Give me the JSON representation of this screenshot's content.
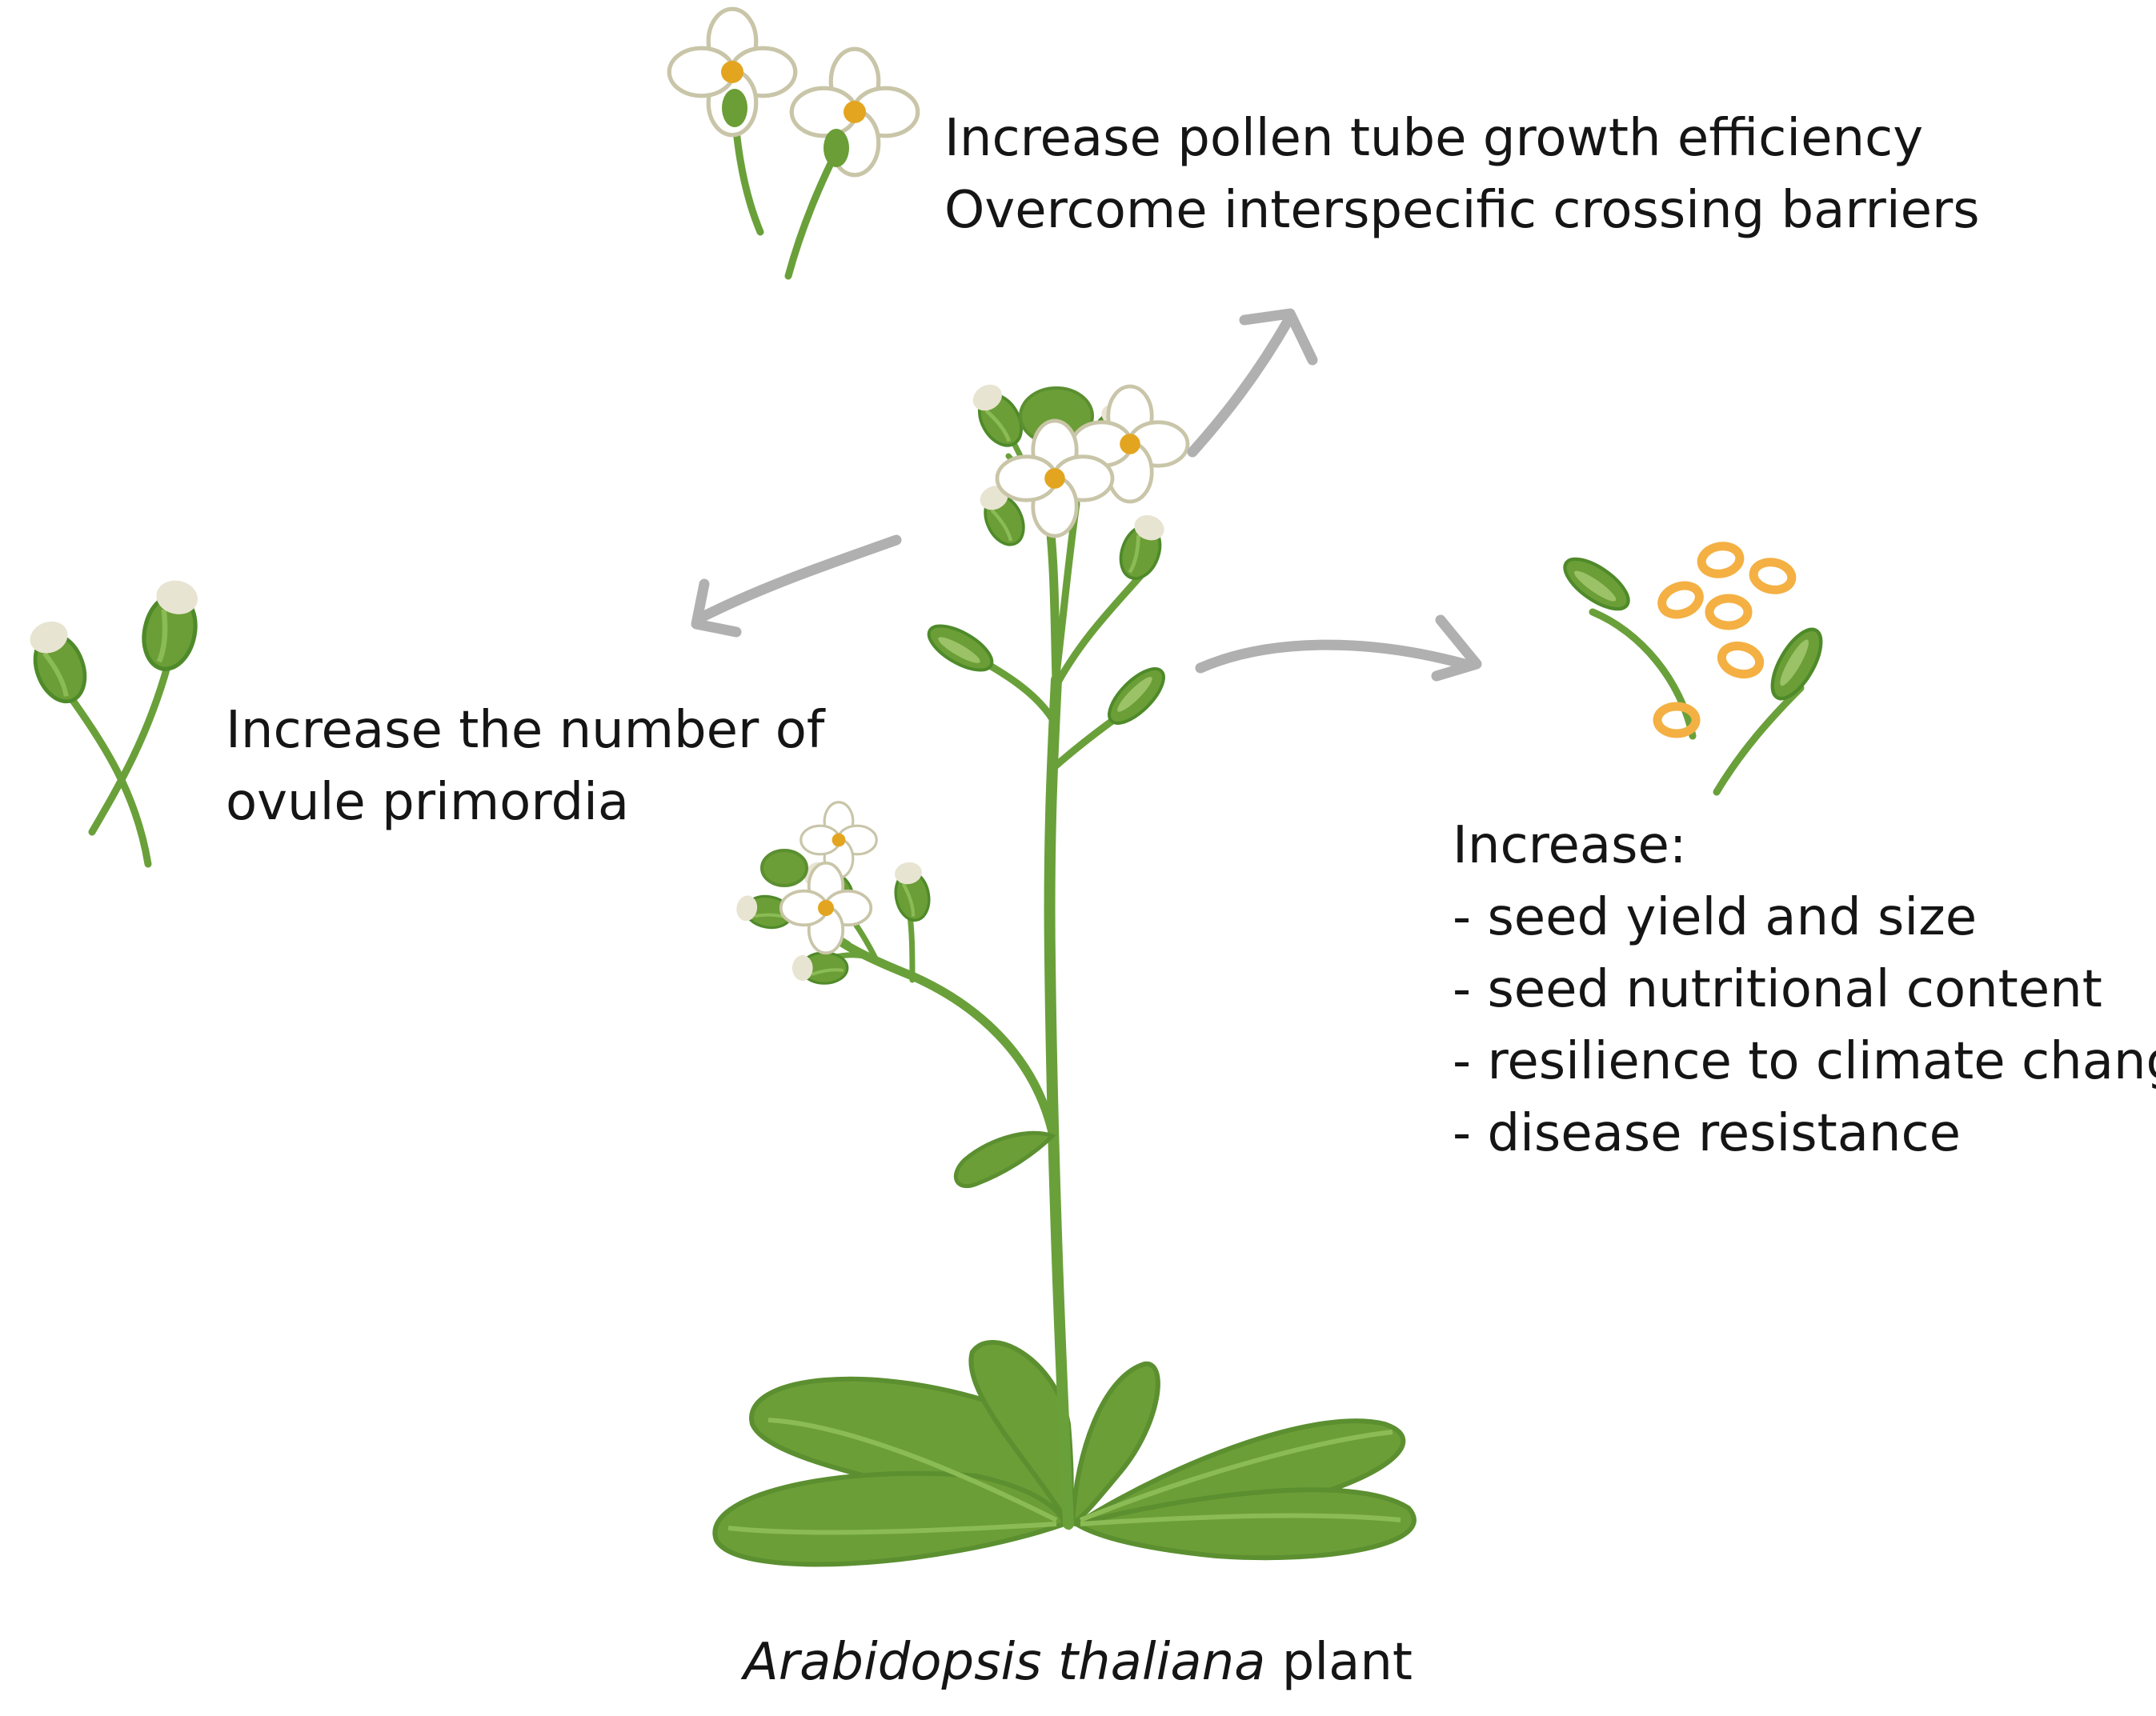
{
  "colors": {
    "stem": "#6aa03a",
    "leaf": "#6b9e36",
    "leaf_light": "#8bbb55",
    "petal": "#ffffff",
    "petal_outline": "#c9c5a8",
    "bud_tip": "#e8e4d2",
    "flower_center": "#e3a520",
    "seed": "#f4b043",
    "arrow": "#b0b0b0"
  },
  "labels": {
    "top": {
      "line1": "Increase pollen tube growth efficiency",
      "line2": "Overcome interspecific crossing barriers"
    },
    "left": {
      "line1": "Increase the number of",
      "line2": "ovule primordia"
    },
    "right": {
      "heading": "Increase:",
      "items": [
        "- seed yield and size",
        "- seed nutritional content",
        "- resilience to climate change",
        "- disease resistance"
      ]
    }
  },
  "caption": {
    "species": "Arabidopsis thaliana",
    "suffix": " plant"
  },
  "icons": [
    "plant-illustration",
    "flower-icon",
    "bud-icon",
    "seed-pod-icon",
    "seed-icon",
    "arrow-icon"
  ]
}
